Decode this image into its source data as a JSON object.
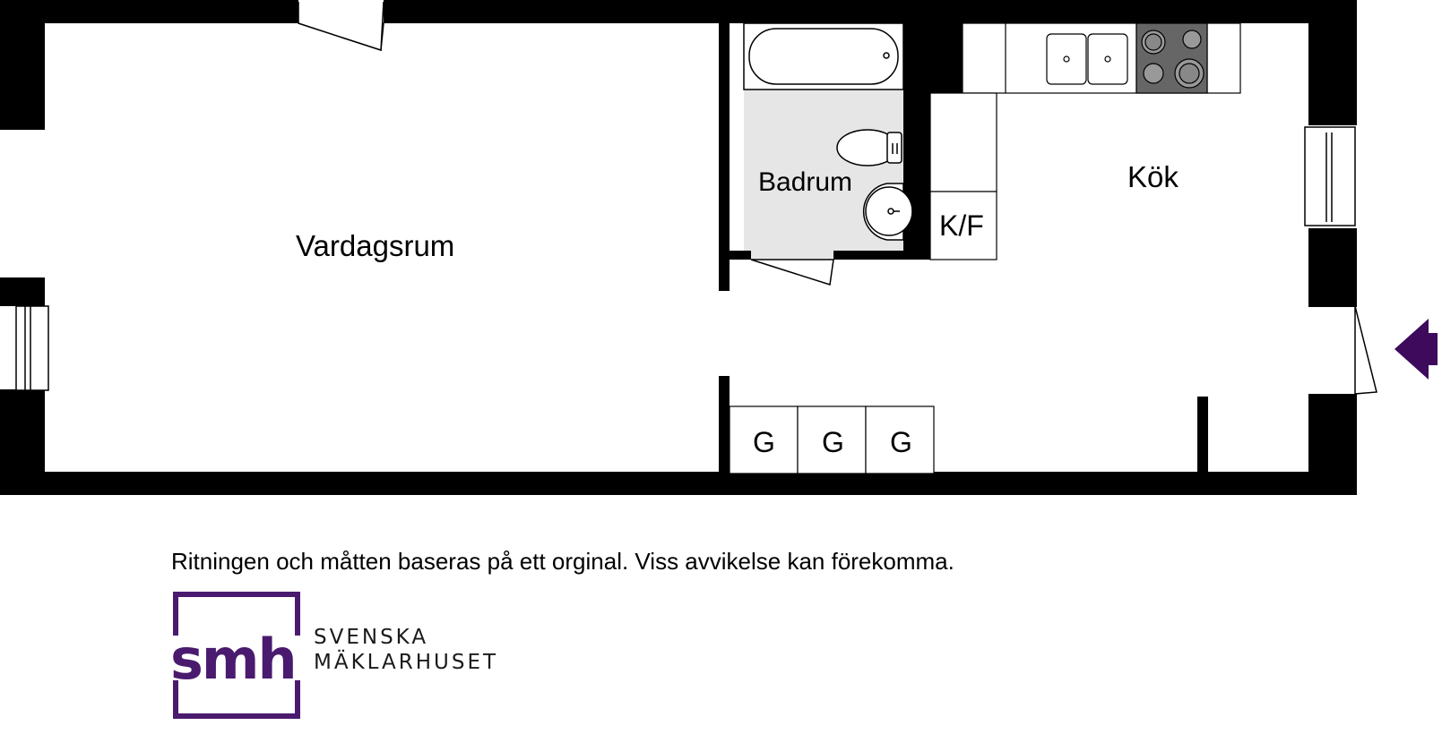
{
  "rooms": {
    "living": "Vardagsrum",
    "bath": "Badrum",
    "kitchen": "Kök",
    "fridge": "K/F",
    "wardrobe_1": "G",
    "wardrobe_2": "G",
    "wardrobe_3": "G"
  },
  "disclaimer": "Ritningen och måtten baseras på ett orginal. Viss avvikelse kan förekomma.",
  "logo": {
    "mark": "smh",
    "line1": "SVENSKA",
    "line2": "MÄKLARHUSET"
  },
  "colors": {
    "wall": "#000000",
    "bathroom_floor": "#e6e6e6",
    "brand_purple": "#4a1a6e",
    "entrance_arrow": "#3d0a5c"
  },
  "icons": {
    "entrance": "entrance-arrow-icon",
    "stove": "stove-icon",
    "sink": "sink-icon",
    "bathtub": "bathtub-icon",
    "toilet": "toilet-icon",
    "washbasin": "washbasin-icon"
  }
}
